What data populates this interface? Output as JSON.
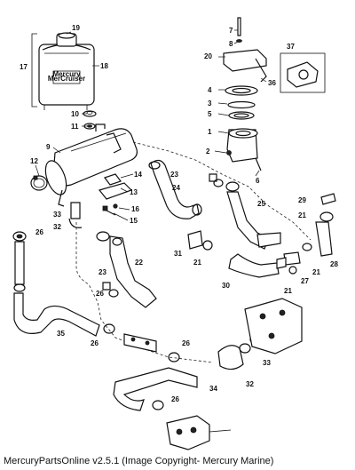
{
  "footer": {
    "caption": "MercuryPartsOnline v2.5.1 (Image Copyright- Mercury Marine)"
  },
  "callouts": {
    "c1": "1",
    "c2": "2",
    "c3": "3",
    "c4": "4",
    "c5": "5",
    "c6": "6",
    "c7": "7",
    "c8": "8",
    "c9": "9",
    "c10": "10",
    "c11": "11",
    "c12": "12",
    "c13": "13",
    "c14": "14",
    "c15": "15",
    "c16": "16",
    "c17": "17",
    "c18": "18",
    "c19": "19",
    "c20": "20",
    "c21a": "21",
    "c21b": "21",
    "c21c": "21",
    "c21d": "21",
    "c22": "22",
    "c23a": "23",
    "c23b": "23",
    "c24": "24",
    "c25": "25",
    "c26a": "26",
    "c26b": "26",
    "c26c": "26",
    "c26d": "26",
    "c26e": "26",
    "c27": "27",
    "c28": "28",
    "c29": "29",
    "c30": "30",
    "c31": "31",
    "c32a": "32",
    "c32b": "32",
    "c33a": "33",
    "c33b": "33",
    "c34": "34",
    "c35": "35",
    "c36": "36",
    "c37": "37"
  },
  "reservoir_label": {
    "line1": "Mercury",
    "line2": "MerCruiser"
  }
}
